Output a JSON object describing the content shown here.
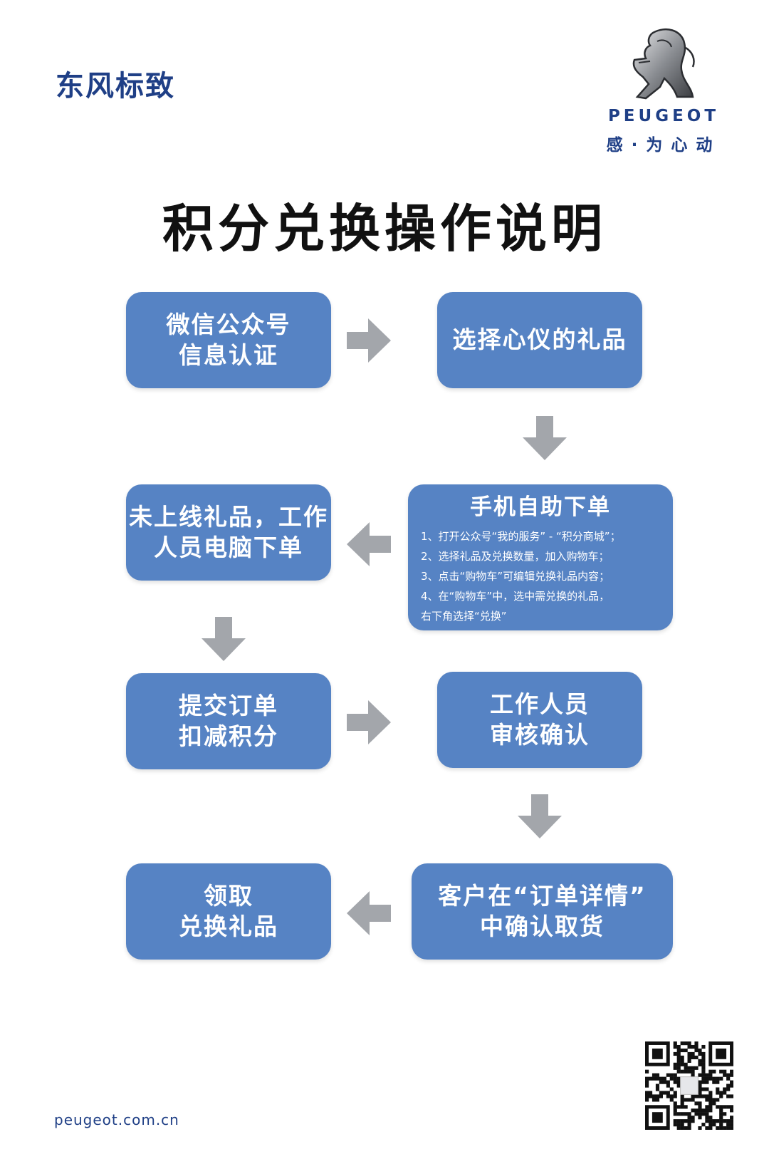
{
  "header": {
    "brand_cn": "东风标致",
    "brand_en": "PEUGEOT",
    "slogan": "感·为心动"
  },
  "title": "积分兑换操作说明",
  "steps": {
    "wechat_auth": "微信公众号\n信息认证",
    "choose_gift": "选择心仪的礼品",
    "mobile_order": {
      "title": "手机自助下单",
      "items": [
        "1、打开公众号“我的服务” - “积分商城”；",
        "2、选择礼品及兑换数量，加入购物车；",
        "3、点击“购物车”可编辑兑换礼品内容；",
        "4、在“购物车”中，选中需兑换的礼品，\n      右下角选择“兑换”"
      ]
    },
    "staff_order": "未上线礼品，工作\n人员电脑下单",
    "submit_order": "提交订单\n扣减积分",
    "staff_review": "工作人员\n审核确认",
    "confirm_pickup": "客户在“订单详情”\n中确认取货",
    "receive_gift": "领取\n兑换礼品"
  },
  "footer": {
    "url": "peugeot.com.cn"
  },
  "colors": {
    "box": "#5683c4",
    "arrow": "#a3a6ab",
    "brand": "#1f3f86"
  }
}
